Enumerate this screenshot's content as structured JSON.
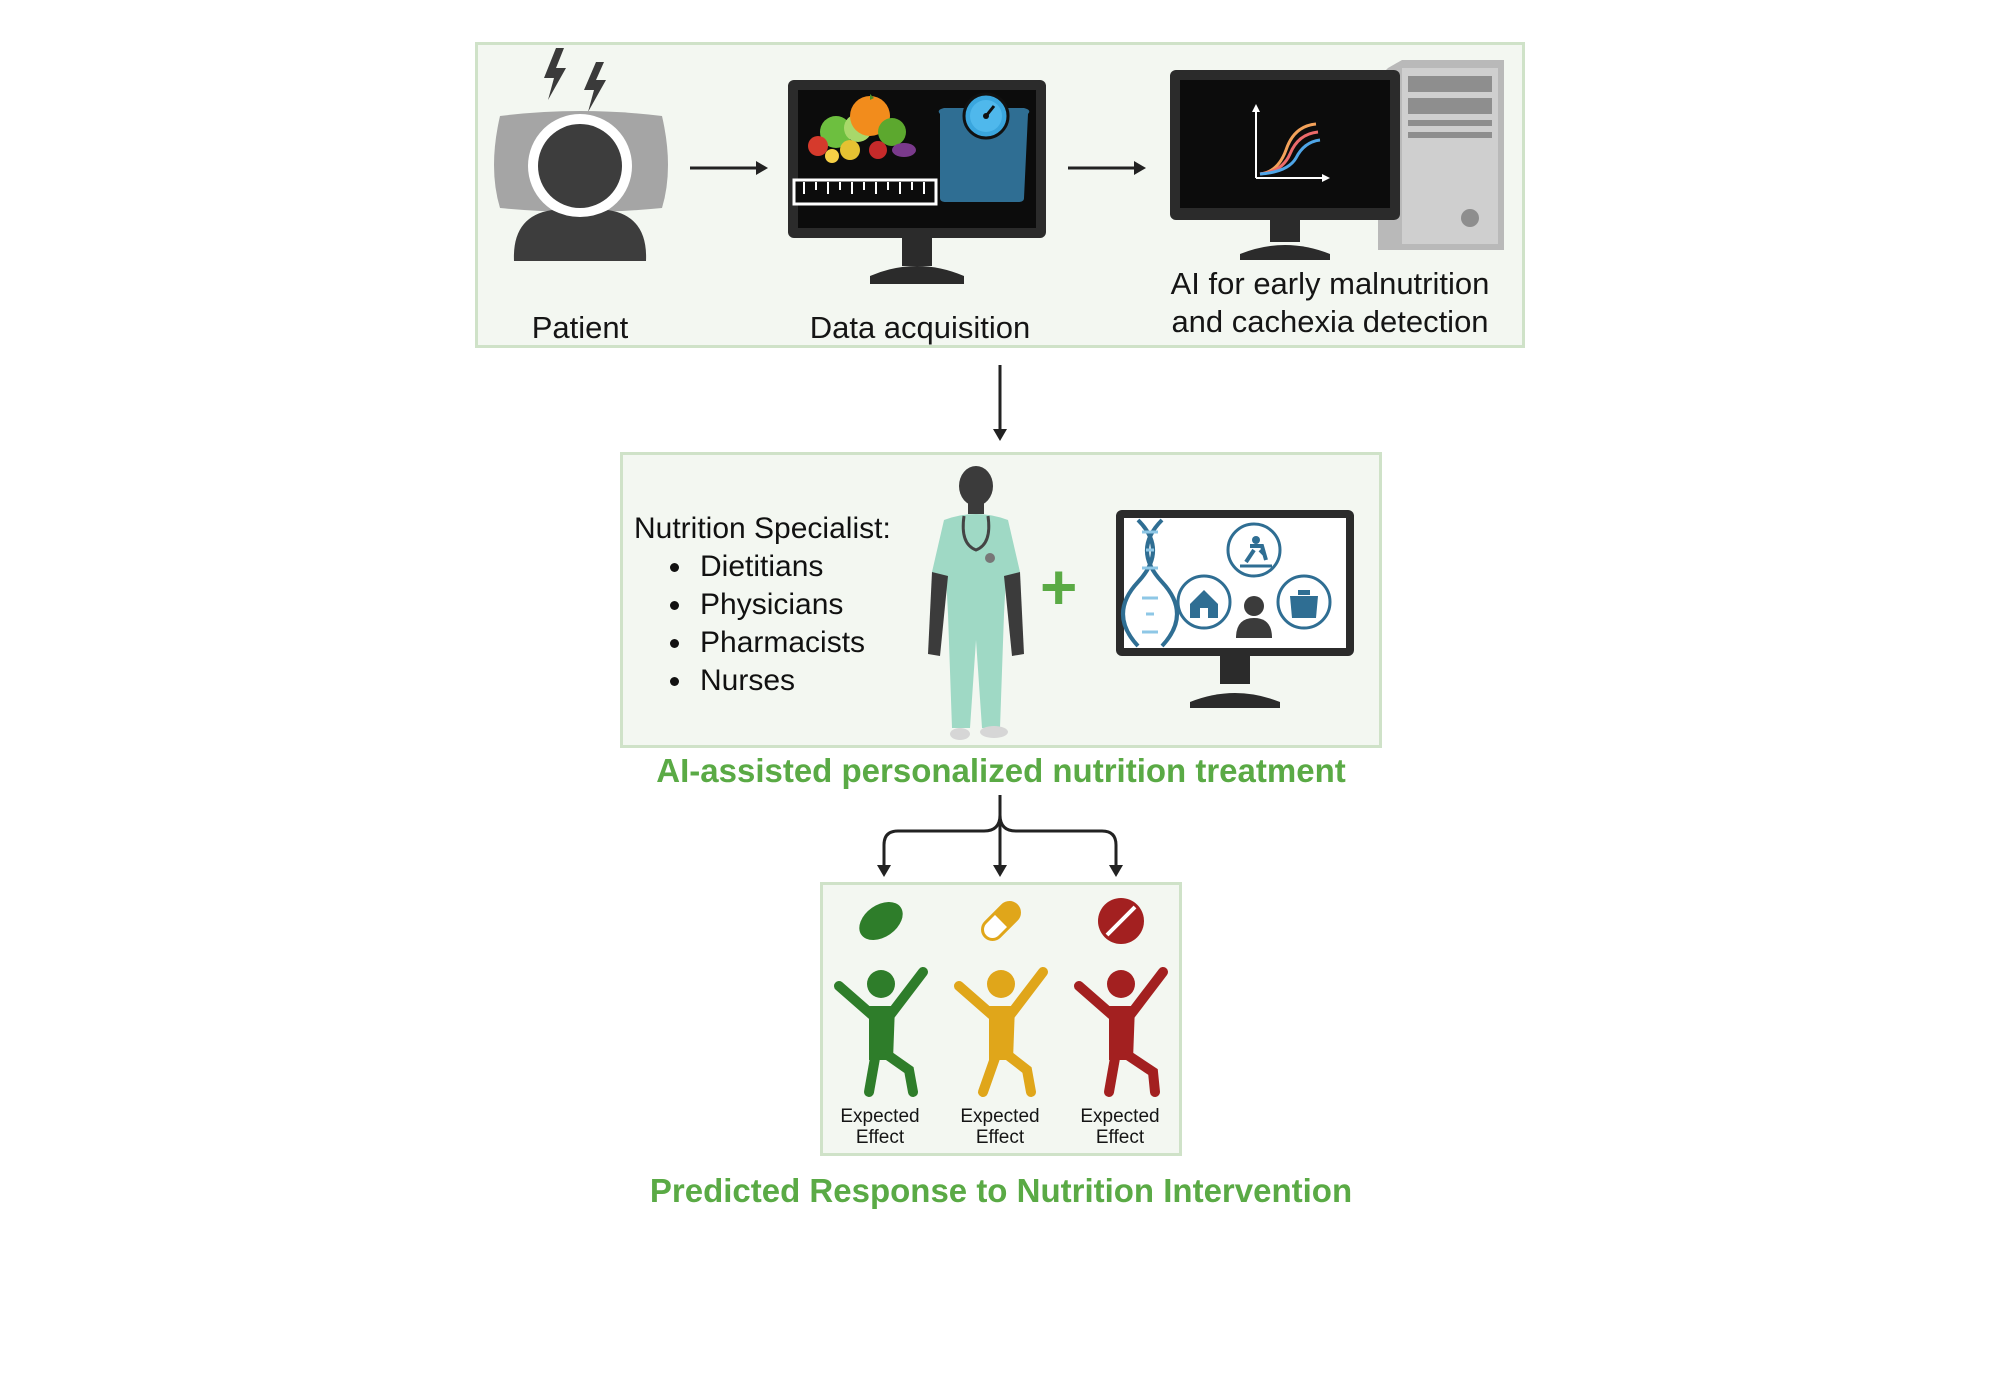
{
  "top_panel": {
    "patient_label": "Patient",
    "data_label": "Data acquisition",
    "ai_label_line1": "AI for early malnutrition",
    "ai_label_line2": "and cachexia detection"
  },
  "middle_panel": {
    "specialist_heading": "Nutrition Specialist:",
    "specialists": [
      "Dietitians",
      "Physicians",
      "Pharmacists",
      "Nurses"
    ],
    "plus_symbol": "+",
    "caption": "AI-assisted personalized nutrition treatment"
  },
  "bottom_panel": {
    "effects": [
      {
        "line1": "Expected",
        "line2": "Effect",
        "color": "#2e7d2a"
      },
      {
        "line1": "Expected",
        "line2": "Effect",
        "color": "#e0a61a"
      },
      {
        "line1": "Expected",
        "line2": "Effect",
        "color": "#a32020"
      }
    ],
    "caption": "Predicted Response to Nutrition Intervention"
  },
  "colors": {
    "panel_fill": "#f3f7f1",
    "panel_border": "#cfe2c8",
    "caption_green": "#5aaa45",
    "monitor_dark": "#2b2b2b",
    "accent_blue": "#2f6e93"
  }
}
